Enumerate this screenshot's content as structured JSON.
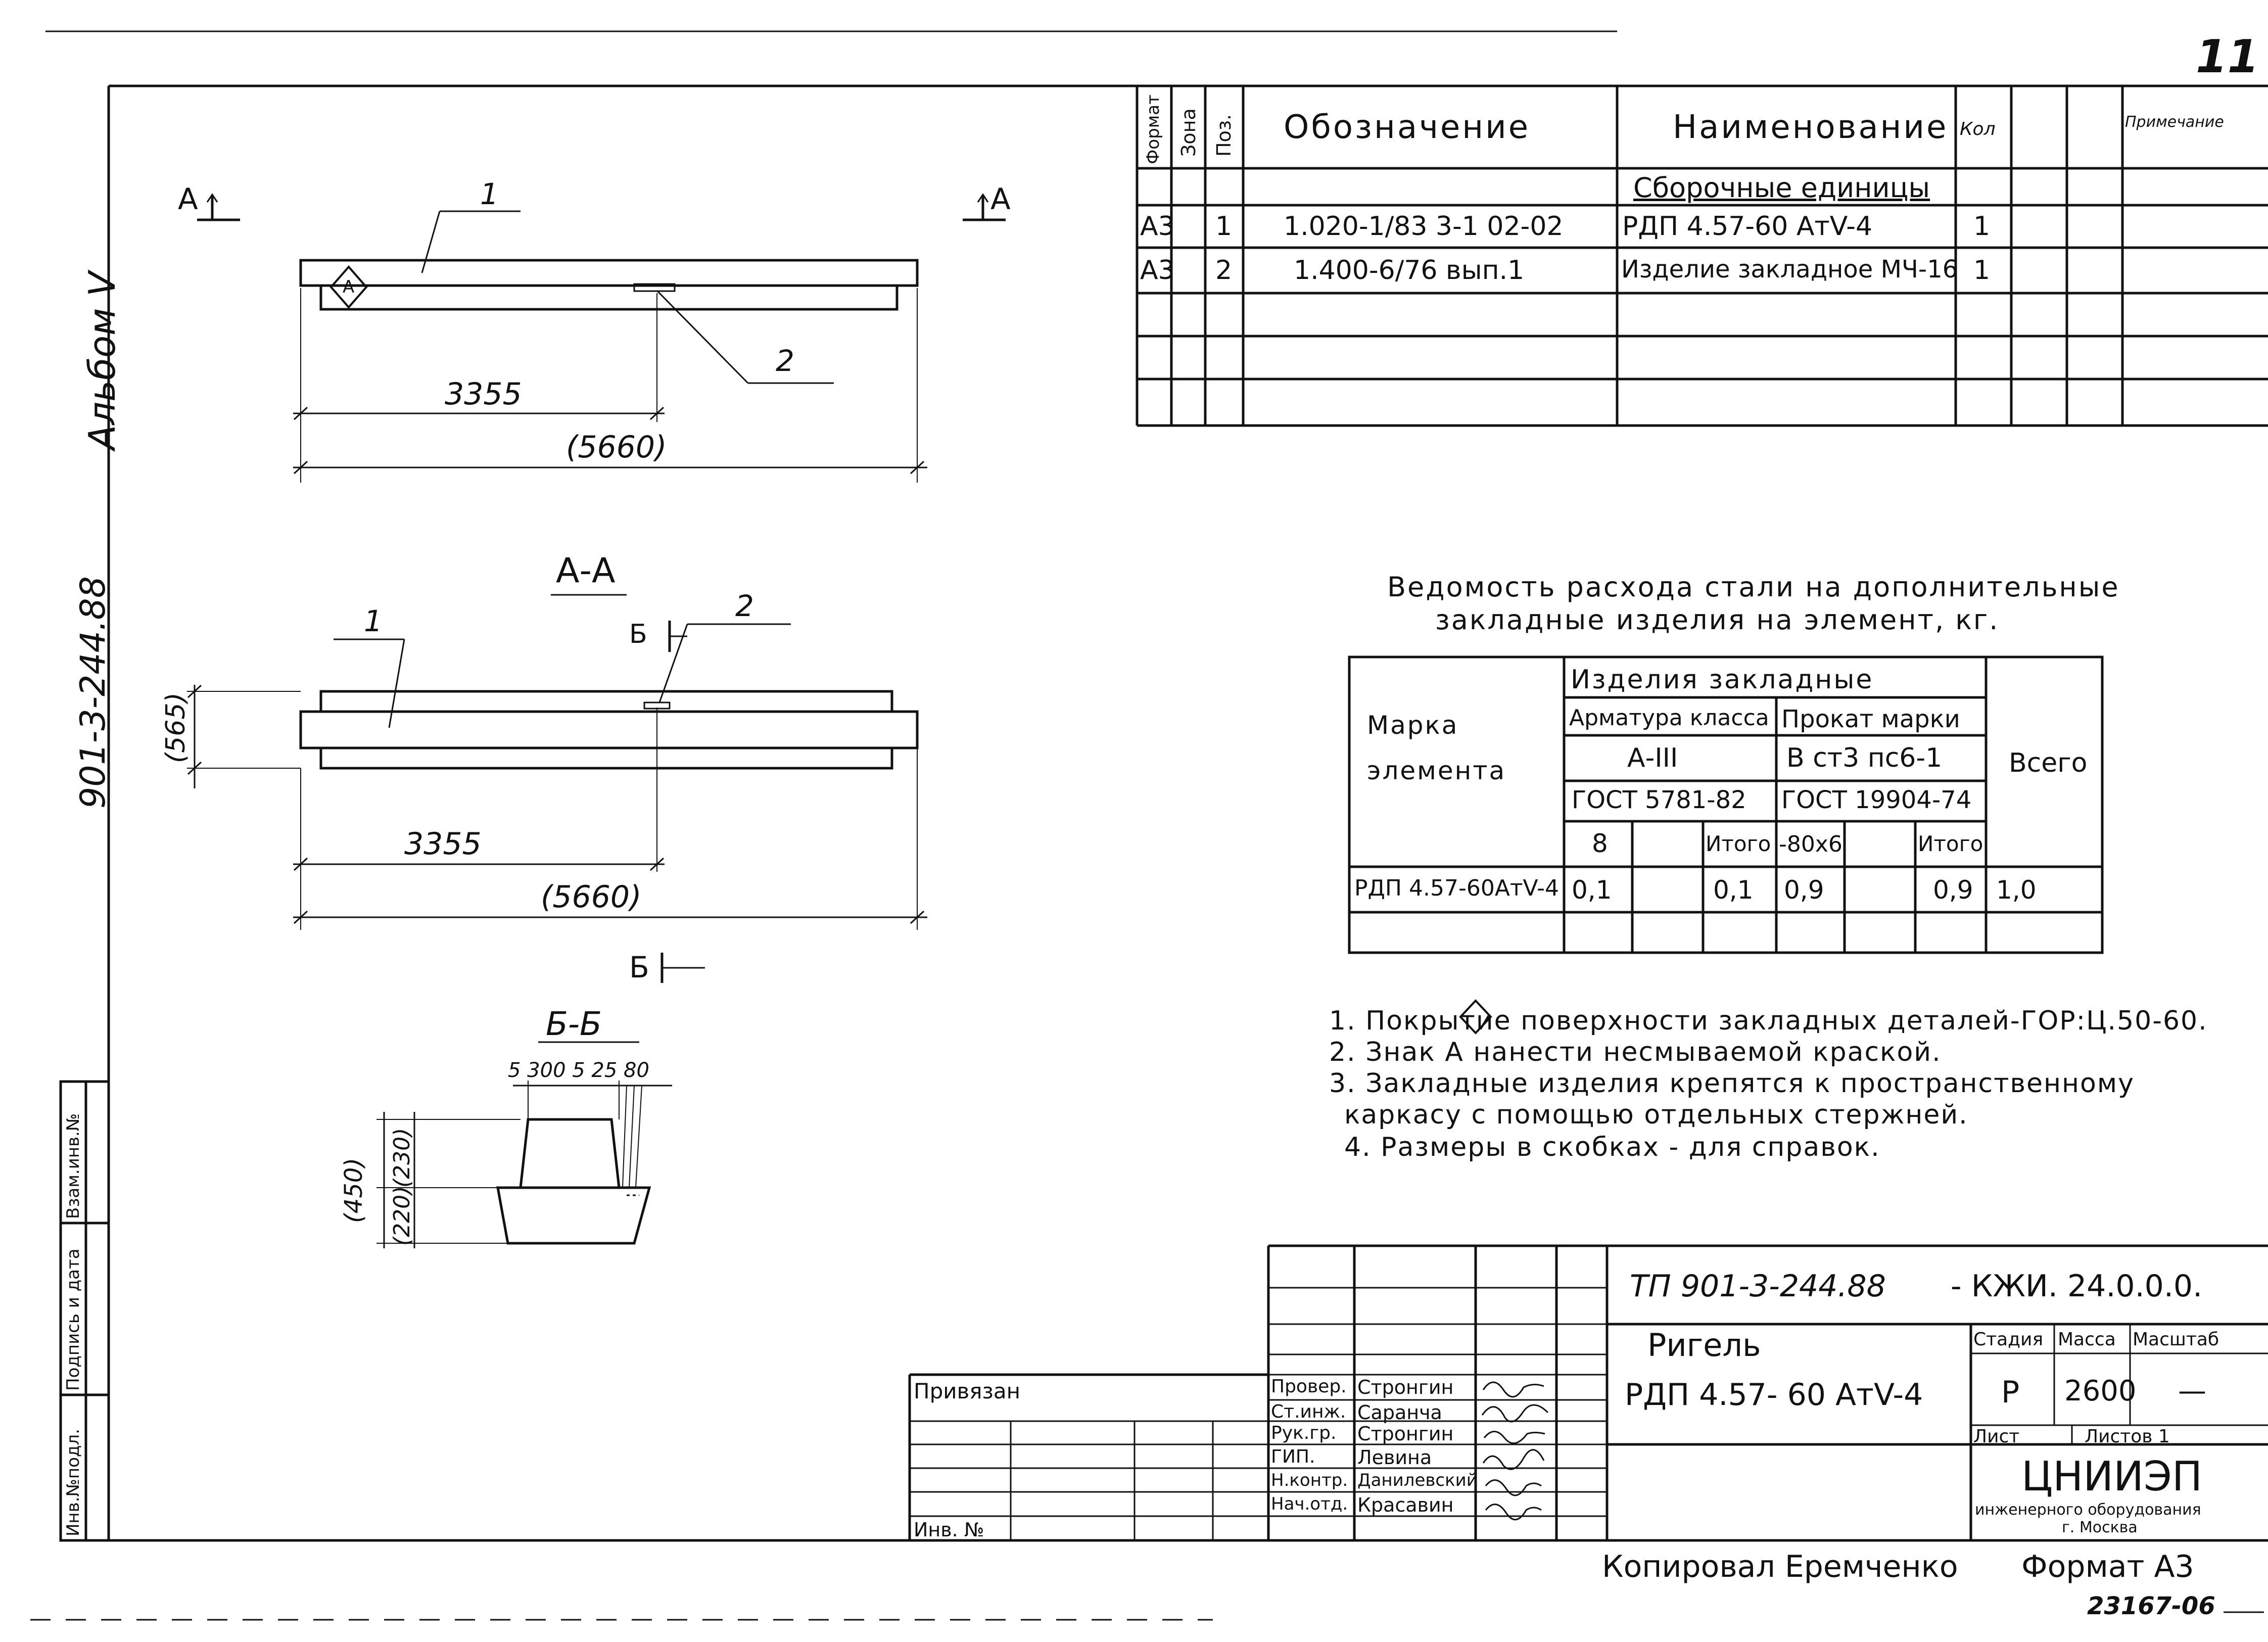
{
  "page_number": "11",
  "side_strip": {
    "album": "Альбом V",
    "code": "901-3-244.88",
    "cols": [
      "Инв.№подл.",
      "Подпись и дата",
      "Взам.инв.№"
    ]
  },
  "spec_table": {
    "headers": {
      "format": "Формат",
      "zone": "Зона",
      "pos": "Поз.",
      "designation": "Обозначение",
      "name": "Наименование",
      "qty": "Кол",
      "note": "Примечание"
    },
    "section": "Сборочные единицы",
    "rows": [
      {
        "format": "А3",
        "pos": "1",
        "designation": "1.020-1/83  3-1  02-02",
        "name": "РДП 4.57-60 АтV-4",
        "qty": "1"
      },
      {
        "format": "А3",
        "pos": "2",
        "designation": "1.400-6/76 вып.1",
        "name": "Изделие закладное МЧ-16",
        "qty": "1"
      }
    ]
  },
  "drawing": {
    "top_view": {
      "cut_label_left": "А",
      "cut_label_right": "А",
      "leader_1": "1",
      "leader_2": "2",
      "dim_3355": "3355",
      "dim_5660": "(5660)"
    },
    "section_aa": {
      "title": "А-А",
      "leader_1": "1",
      "leader_2": "2",
      "cut_b_top": "Б",
      "cut_b_bottom": "Б",
      "dim_565": "(565)",
      "dim_3355": "3355",
      "dim_5660": "(5660)"
    },
    "section_bb": {
      "title": "Б-Б",
      "dims_top": "5  300  5 25 80",
      "dim_450": "(450)",
      "dim_230": "(230)",
      "dim_220": "(220)"
    }
  },
  "steel_table": {
    "title_line1": "Ведомость расхода стали на дополнительные",
    "title_line2": "закладные изделия на элемент, кг.",
    "hdr_mark": "Марка элемента",
    "hdr_items": "Изделия закладные",
    "hdr_armature": "Арматура класса",
    "hdr_prokat": "Прокат марки",
    "hdr_total": "Всего",
    "armature_class": "А-III",
    "prokat_grade": "В ст3 пс6-1",
    "gost_armature": "ГОСТ 5781-82",
    "gost_prokat": "ГОСТ 19904-74",
    "sub_8": "8",
    "sub_itogo1": "Итого",
    "sub_80x6": "-80x6",
    "sub_itogo2": "Итого",
    "row_mark": "РДП 4.57-60АтV-4",
    "row_8": "0,1",
    "row_itogo1": "0,1",
    "row_80x6": "0,9",
    "row_itogo2": "0,9",
    "row_total": "1,0"
  },
  "notes": [
    "1. Покрытие поверхности закладных деталей-ГОР:Ц.50-60.",
    "2. Знак  А  нанести несмываемой краской.",
    "3. Закладные изделия крепятся к пространственному",
    "каркасу с помощью отдельных стержней.",
    "4. Размеры в скобках - для справок."
  ],
  "title_block": {
    "doc_code": "ТП 901-3-244.88",
    "doc_suffix": "- КЖИ. 24.0.0.0.",
    "item_name_1": "Ригель",
    "item_name_2": "РДП 4.57- 60 АтV-4",
    "stage_label": "Стадия",
    "mass_label": "Масса",
    "scale_label": "Масштаб",
    "stage": "Р",
    "mass": "2600",
    "scale": "—",
    "sheet_label": "Лист",
    "sheets_label": "Листов 1",
    "org_name": "ЦНИИЭП",
    "org_sub_1": "инженерного оборудования",
    "org_sub_2": "г. Москва",
    "privyazan": "Привязан",
    "inv_no": "Инв. №",
    "signers": [
      {
        "role": "Провер.",
        "name": "Стронгин"
      },
      {
        "role": "Ст.инж.",
        "name": "Саранча"
      },
      {
        "role": "Рук.гр.",
        "name": "Стронгин"
      },
      {
        "role": "ГИП.",
        "name": "Левина"
      },
      {
        "role": "Н.контр.",
        "name": "Данилевский"
      },
      {
        "role": "Нач.отд.",
        "name": "Красавин"
      }
    ]
  },
  "footer": {
    "copied": "Копировал Еремченко",
    "format": "Формат А3",
    "archive_no": "23167-06"
  }
}
